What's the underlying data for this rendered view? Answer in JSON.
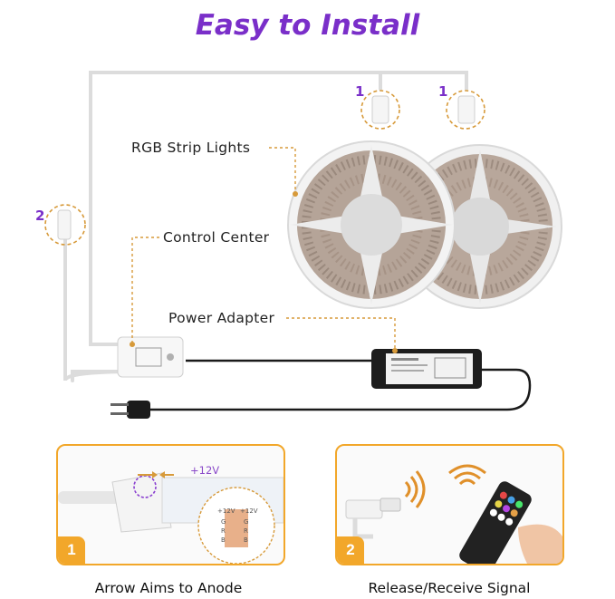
{
  "title": "Easy to Install",
  "labels": {
    "rgb_strip_lights": "RGB Strip Lights",
    "control_center": "Control Center",
    "power_adapter": "Power Adapter"
  },
  "markers": {
    "one_a": "1",
    "one_b": "1",
    "two": "2"
  },
  "steps": [
    {
      "number": "1",
      "caption": "Arrow Aims to Anode",
      "voltage": "+12V"
    },
    {
      "number": "2",
      "caption": "Release/Receive Signal"
    }
  ],
  "colors": {
    "accent_purple": "#7a2fc9",
    "accent_orange": "#f2a72a"
  }
}
